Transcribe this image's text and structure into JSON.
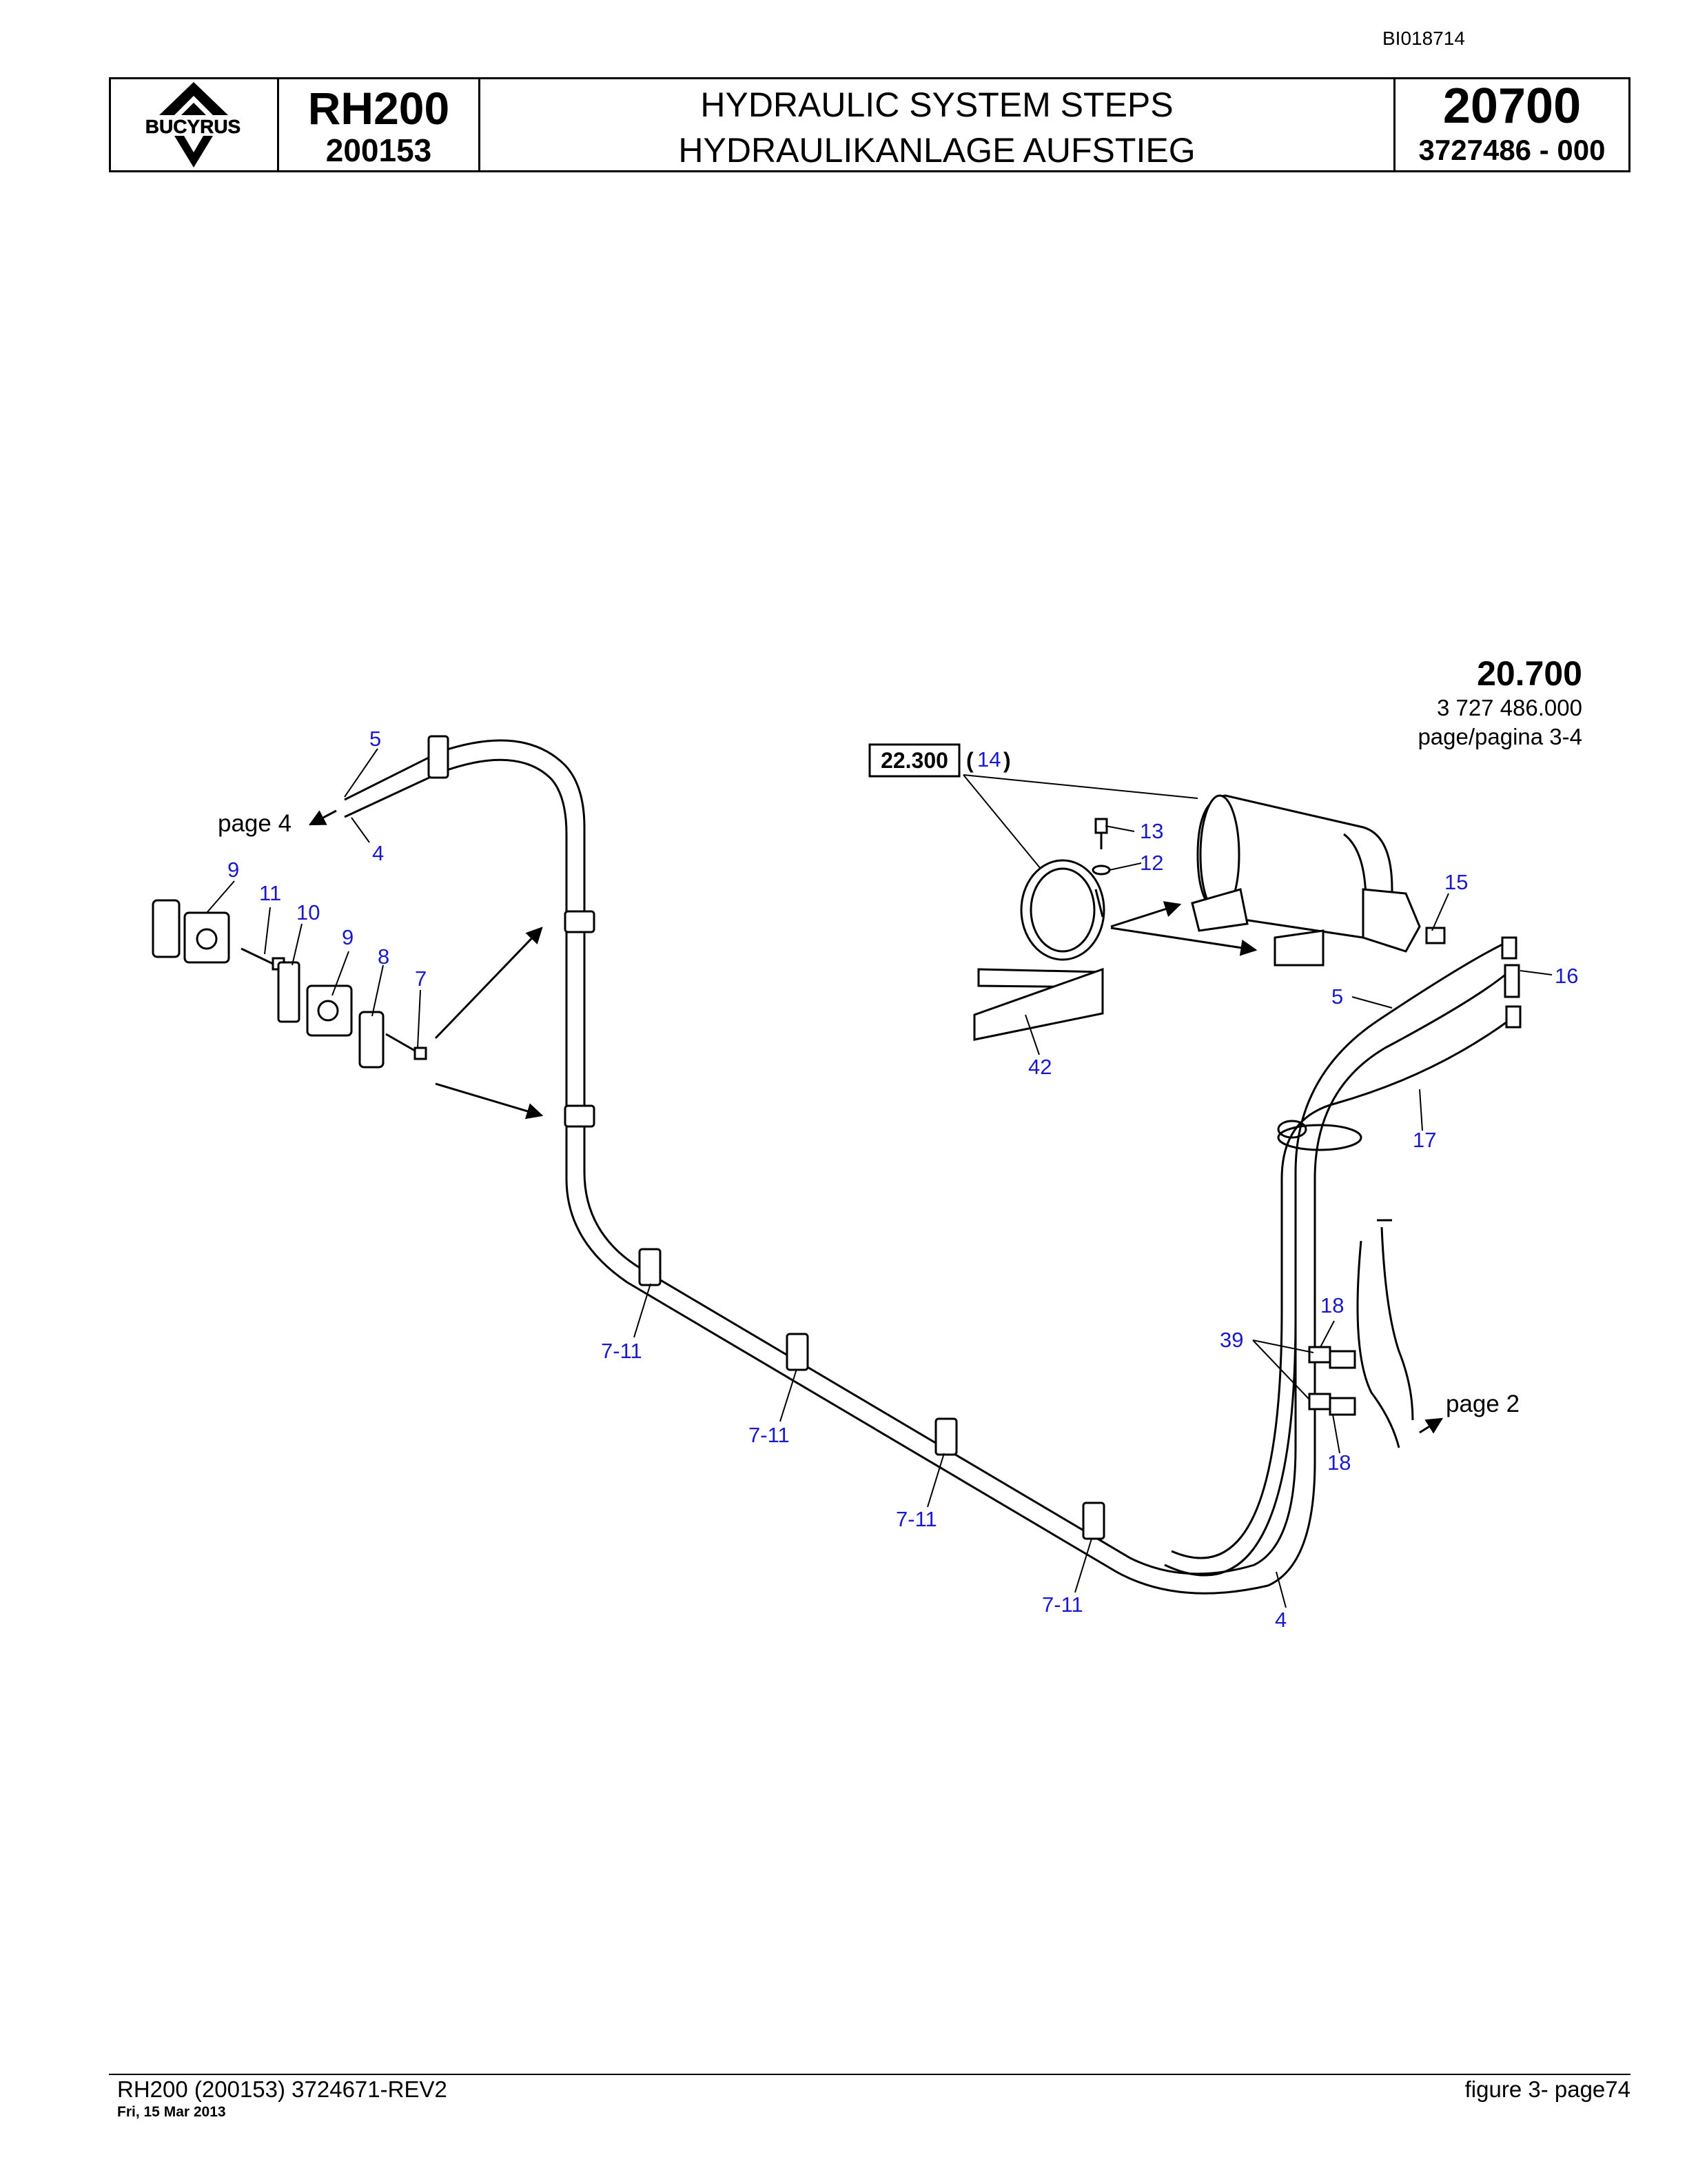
{
  "doc_id": "BI018714",
  "header": {
    "logo_text": "BUCYRUS",
    "model": "RH200",
    "serial": "200153",
    "title_en": "HYDRAULIC SYSTEM STEPS",
    "title_de": "HYDRAULIKANLAGE AUFSTIEG",
    "group_number": "20700",
    "part_number": "3727486  - 000"
  },
  "reference": {
    "group": "20.700",
    "part": "3 727 486.000",
    "page": "page/pagina 3-4"
  },
  "cross_ref": {
    "box": "22.300",
    "paren_open": "(",
    "number": "14",
    "paren_close": ")"
  },
  "page_refs": {
    "left": "page 4",
    "right": "page 2"
  },
  "callouts": {
    "c5a": "5",
    "c4a": "4",
    "c9a": "9",
    "c11": "11",
    "c10": "10",
    "c9b": "9",
    "c8": "8",
    "c7": "7",
    "c13": "13",
    "c12": "12",
    "c42": "42",
    "c15": "15",
    "c16": "16",
    "c5b": "5",
    "c17": "17",
    "c18a": "18",
    "c39": "39",
    "c18b": "18",
    "c4b": "4",
    "r1": "7-11",
    "r2": "7-11",
    "r3": "7-11",
    "r4": "7-11"
  },
  "footer": {
    "left": "RH200 (200153) 3724671-REV2",
    "date": "Fri, 15 Mar 2013",
    "right": "figure  3- page74"
  }
}
